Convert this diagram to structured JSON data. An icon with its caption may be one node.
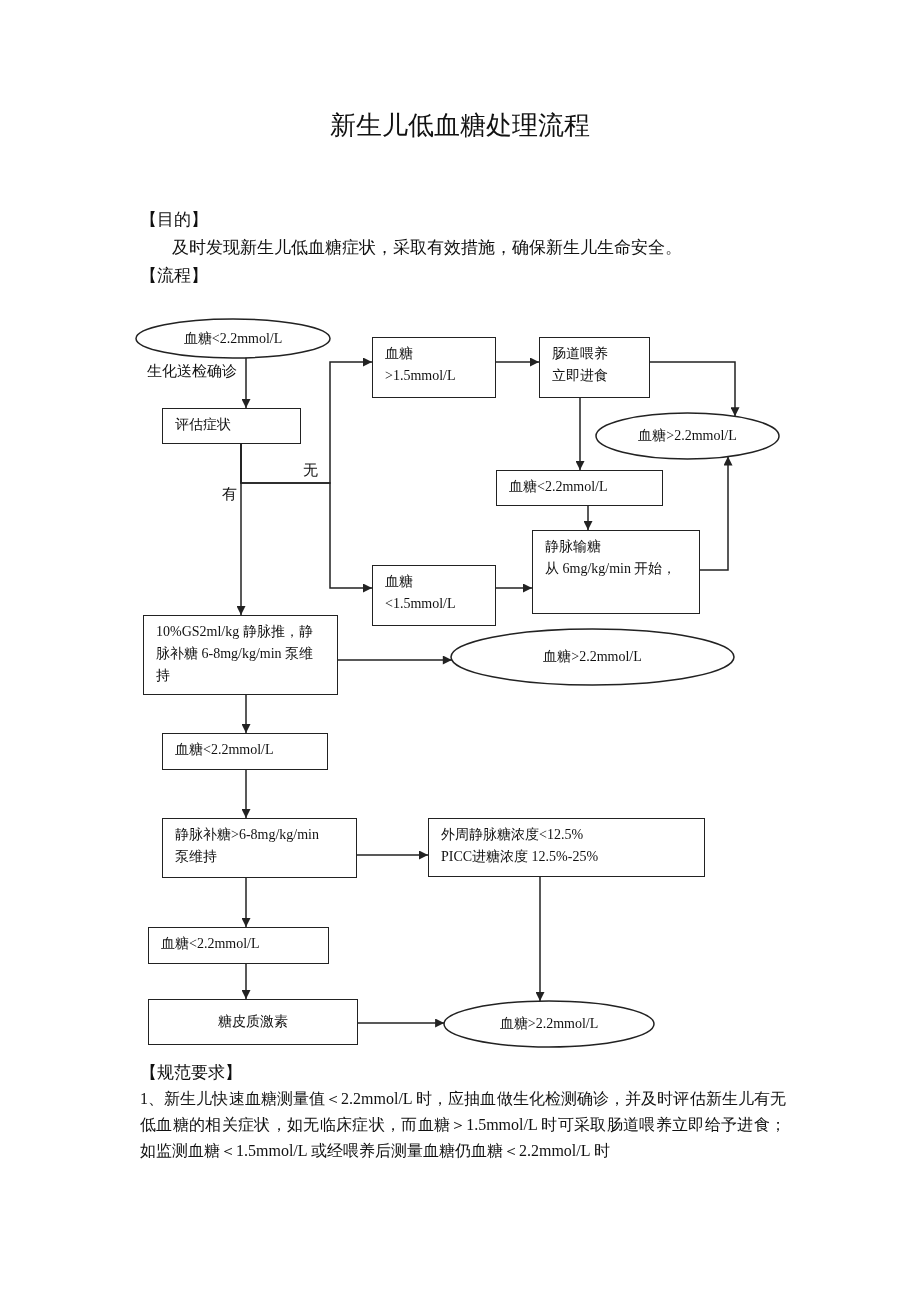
{
  "diagram": {
    "title": "新生儿低血糖处理流程",
    "nodes": [
      {
        "text": [
          "血糖<2.2mmol/L"
        ]
      },
      {
        "text": [
          "评估症状"
        ]
      },
      {
        "text": [
          "血糖>1.5mmol/L"
        ]
      },
      {
        "text": [
          "肠道喂养立即进食"
        ]
      },
      {
        "text": [
          "血糖>2.2mmol/L"
        ]
      },
      {
        "text": [
          "血糖<2.2mmol/L"
        ]
      },
      {
        "text": [
          "静脉输糖",
          "从 6mg/kg/min 开始，"
        ]
      },
      {
        "text": [
          "血糖<1.5mmol/L"
        ]
      },
      {
        "text": [
          "10%GS2ml/kg 静脉推，静脉补糖 6-8mg/kg/min 泵维持"
        ]
      },
      {
        "text": [
          "血糖>2.2mmol/L"
        ]
      },
      {
        "text": [
          "血糖<2.2mmol/L"
        ]
      },
      {
        "text": [
          "静脉补糖>6-8mg/kg/min泵维持"
        ]
      },
      {
        "text": [
          "外周静脉糖浓度<12.5%",
          "PICC进糖浓度 12.5%-25%"
        ]
      },
      {
        "text": [
          "血糖<2.2mmol/L"
        ]
      },
      {
        "text": [
          "糖皮质激素"
        ]
      },
      {
        "text": [
          "血糖>2.2mmol/L"
        ]
      }
    ],
    "edges": [
      {
        "from": 0,
        "to": 1,
        "arrow": "to",
        "label": "生化送检确诊"
      },
      {
        "from": 1,
        "to": 8,
        "arrow": "to",
        "label": "有"
      },
      {
        "from": 1,
        "to": 2,
        "arrow": "to",
        "label": "无"
      },
      {
        "from": 1,
        "to": 7,
        "arrow": "to"
      },
      {
        "from": 2,
        "to": 3,
        "arrow": "to"
      },
      {
        "from": 3,
        "to": 4,
        "arrow": "to"
      },
      {
        "from": 3,
        "to": 5,
        "arrow": "to"
      },
      {
        "from": 5,
        "to": 6,
        "arrow": "to"
      },
      {
        "from": 7,
        "to": 6,
        "arrow": "to"
      },
      {
        "from": 6,
        "to": 4,
        "arrow": "to"
      },
      {
        "from": 8,
        "to": 9,
        "arrow": "to"
      },
      {
        "from": 8,
        "to": 10,
        "arrow": "to"
      },
      {
        "from": 10,
        "to": 11,
        "arrow": "to"
      },
      {
        "from": 11,
        "to": 12,
        "arrow": "to"
      },
      {
        "from": 11,
        "to": 13,
        "arrow": "to"
      },
      {
        "from": 13,
        "to": 14,
        "arrow": "to"
      },
      {
        "from": 14,
        "to": 15,
        "arrow": "to"
      },
      {
        "from": 12,
        "to": 15,
        "arrow": "to"
      }
    ],
    "labels": [
      "【目的】",
      "及时发现新生儿低血糖症状，采取有效措施，确保新生儿生命安全。",
      "【流程】",
      "【规范要求】",
      "1、新生儿快速血糖测量值＜2.2mmol/L 时，应抽血做生化检测确诊，并及时评估新生儿有无低血糖的相关症状，如无临床症状，而血糖＞1.5mmol/L 时可采取肠道喂养立即给予进食；如监测血糖＜1.5mmol/L 或经喂养后测量血糖仍血糖＜2.2mmol/L 时"
    ]
  }
}
